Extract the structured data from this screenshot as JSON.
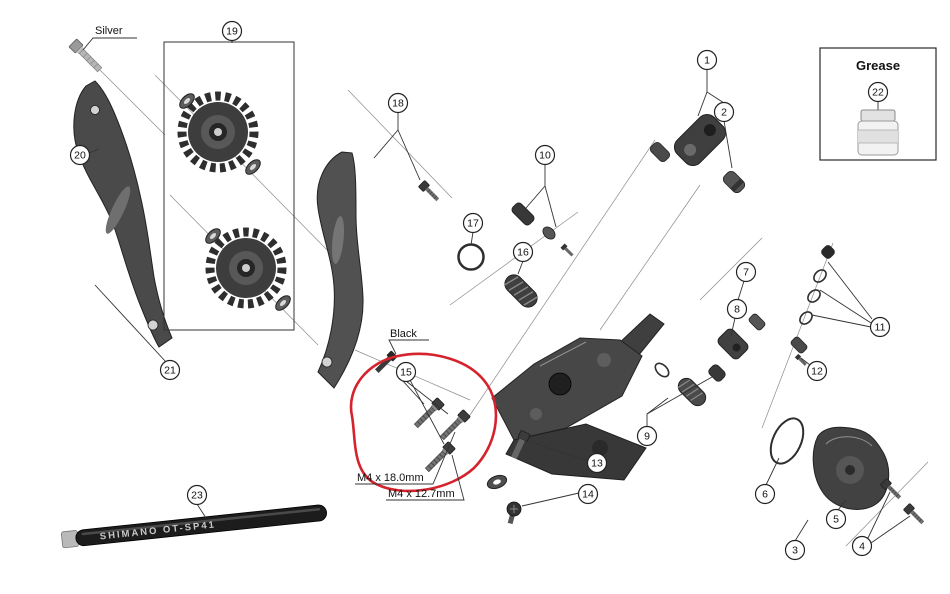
{
  "labels": {
    "silver": "Silver",
    "black": "Black",
    "m4_long": "M4 x 18.0mm",
    "m4_short": "M4 x 12.7mm"
  },
  "grease": {
    "title": "Grease"
  },
  "cable": {
    "print": "SHIMANO OT-SP41"
  },
  "callouts": [
    "1",
    "2",
    "3",
    "4",
    "5",
    "6",
    "7",
    "8",
    "9",
    "10",
    "11",
    "12",
    "13",
    "14",
    "15",
    "16",
    "17",
    "18",
    "19",
    "20",
    "21",
    "22",
    "23"
  ],
  "colors": {
    "highlight": "#d5232d"
  }
}
